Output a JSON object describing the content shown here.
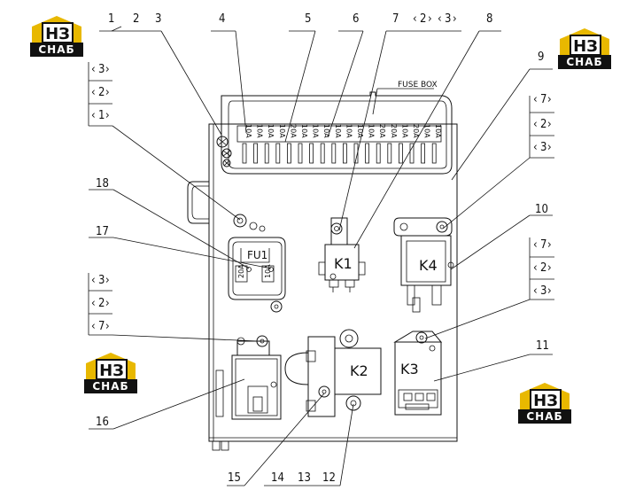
{
  "callouts": [
    "1",
    "2",
    "3",
    "4",
    "5",
    "6",
    "7",
    "8",
    "9",
    "10",
    "11",
    "12",
    "13",
    "14",
    "15",
    "16",
    "17",
    "18"
  ],
  "bracket_labels": {
    "top_7": "7",
    "top_2": "2",
    "top_3": "3",
    "left_top": [
      "3",
      "2",
      "1"
    ],
    "right_top": [
      "7",
      "2",
      "3"
    ],
    "right_mid": [
      "7",
      "2",
      "3"
    ],
    "left_mid": [
      "3",
      "2",
      "7"
    ]
  },
  "fuse_box_label": "FUSE BOX",
  "fuse_ratings": [
    "10A",
    "10A",
    "10A",
    "10A",
    "20A",
    "10A",
    "10A",
    "10A",
    "10A",
    "10A",
    "10A",
    "10A",
    "20A",
    "20A",
    "10A",
    "20A",
    "10A",
    "10A"
  ],
  "relays": {
    "k1": "K1",
    "k2": "K2",
    "k3": "K3",
    "k4": "K4"
  },
  "fuse_unit": "FU1",
  "fuse_unit_small": [
    "20A",
    "10A"
  ],
  "watermark": {
    "letters": "НЗ",
    "word": "СНАБ"
  }
}
